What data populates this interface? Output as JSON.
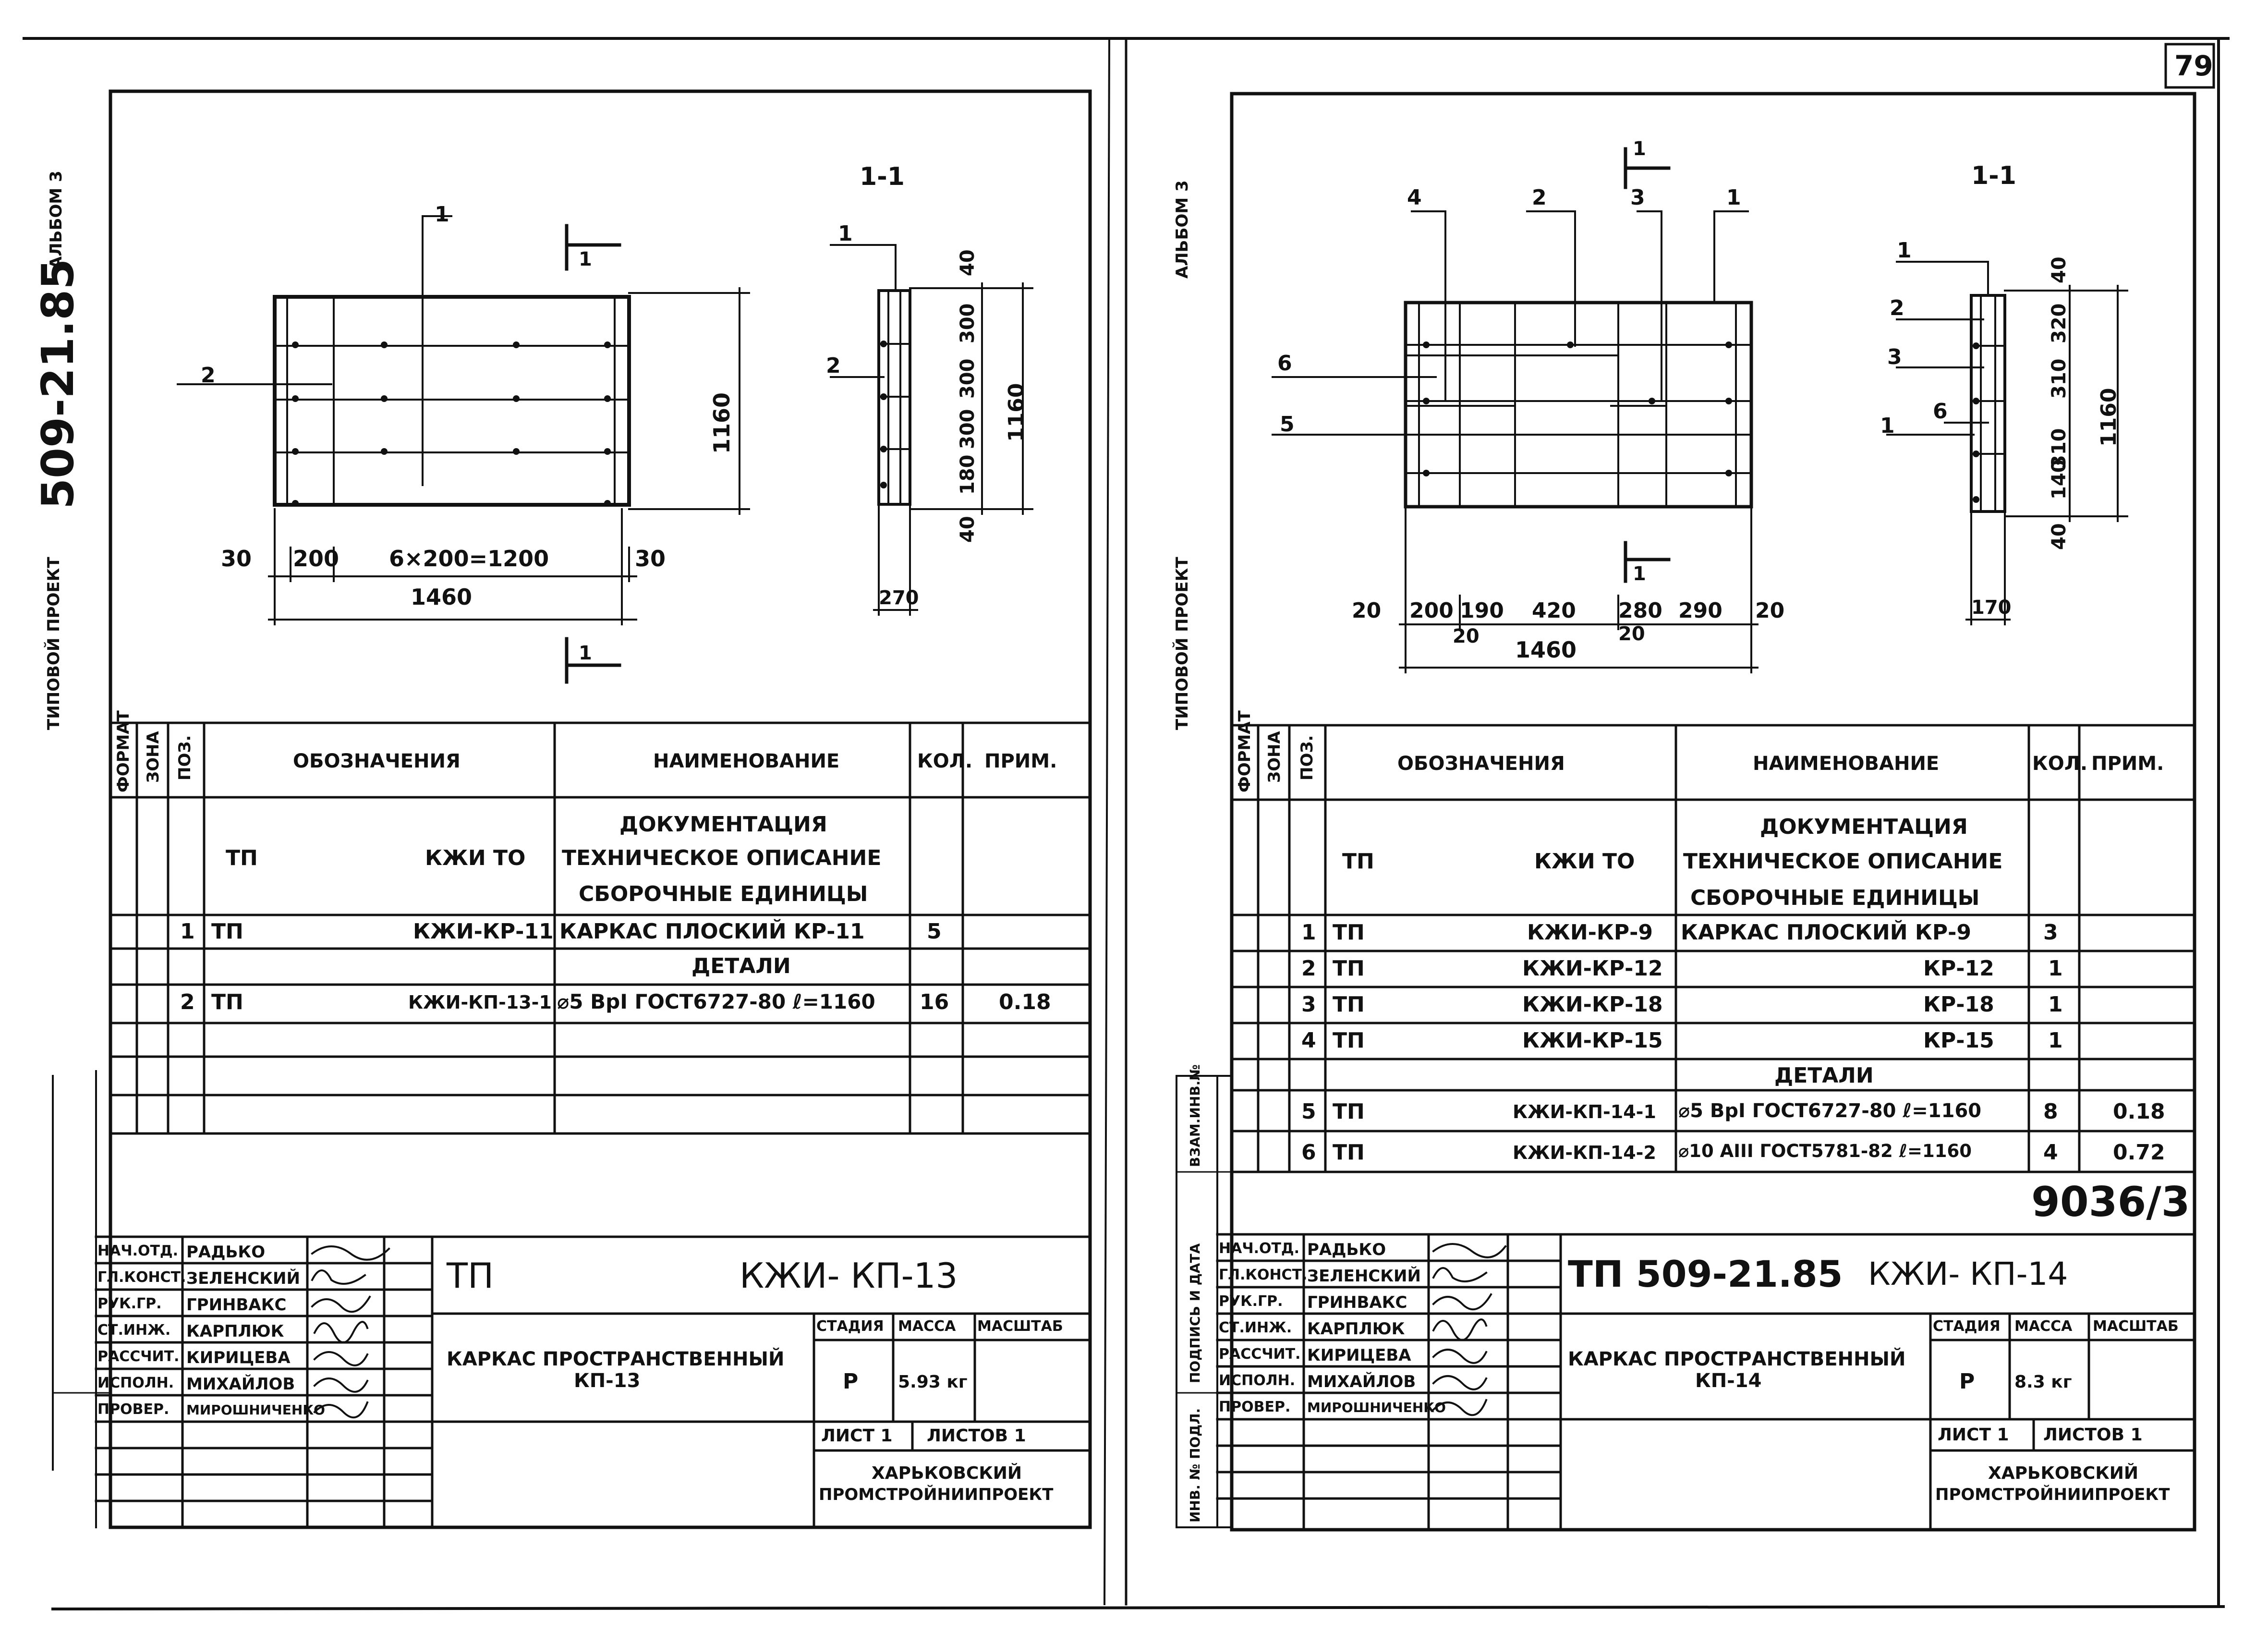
{
  "page_number": "79",
  "sheet_code_stamp": "9036/3",
  "left": {
    "spine": {
      "kind": "ТИПОВОЙ ПРОЕКТ",
      "project": "509-21.85",
      "album": "АЛЬБОМ 3"
    },
    "section_label": "1-1",
    "cut_mark": "1",
    "callouts": {
      "p1": "1",
      "p2": "2",
      "s1": "1",
      "s2": "2"
    },
    "dims": {
      "d30a": "30",
      "d200": "200",
      "d6x200": "6×200=1200",
      "d30b": "30",
      "total": "1460",
      "height": "1160",
      "s40a": "40",
      "s300a": "300",
      "s300b": "300",
      "s300c": "300",
      "s180": "180",
      "s40b": "40",
      "s270": "270",
      "sh1160": "1160"
    },
    "table": {
      "headers": {
        "format": "ФОРМАТ",
        "zone": "ЗОНА",
        "pos": "ПОЗ.",
        "designation": "ОБОЗНАЧЕНИЯ",
        "name": "НАИМЕНОВАНИЕ",
        "qty": "КОЛ.",
        "note": "ПРИМ."
      },
      "doc_tp": "ТП",
      "doc_kzhi": "КЖИ ТО",
      "doc_lines": [
        "ДОКУМЕНТАЦИЯ",
        "ТЕХНИЧЕСКОЕ ОПИСАНИЕ",
        "СБОРОЧНЫЕ ЕДИНИЦЫ"
      ],
      "rows": [
        {
          "pos": "1",
          "tp": "ТП",
          "code": "КЖИ-КР-11",
          "name": "КАРКАС ПЛОСКИЙ КР-11",
          "qty": "5",
          "note": ""
        },
        {
          "section": "ДЕТАЛИ"
        },
        {
          "pos": "2",
          "tp": "ТП",
          "code": "КЖИ-КП-13-1",
          "name": "⌀5 ВрI ГОСТ6727-80 ℓ=1160",
          "qty": "16",
          "note": "0.18"
        }
      ]
    },
    "title_block": {
      "people": [
        {
          "role": "НАЧ.ОТД.",
          "name": "РАДЬКО"
        },
        {
          "role": "ГЛ.КОНСТ.",
          "name": "ЗЕЛЕНСКИЙ"
        },
        {
          "role": "РУК.ГР.",
          "name": "ГРИНВАКС"
        },
        {
          "role": "СТ.ИНЖ.",
          "name": "КАРПЛЮК"
        },
        {
          "role": "РАССЧИТ.",
          "name": "КИРИЦЕВА"
        },
        {
          "role": "ИСПОЛН.",
          "name": "МИХАЙЛОВ"
        },
        {
          "role": "ПРОВЕР.",
          "name": "МИРОШНИЧЕНКО"
        }
      ],
      "tp": "ТП",
      "code": "КЖИ- КП-13",
      "title": "КАРКАС ПРОСТРАНСТВЕННЫЙ",
      "subtitle": "КП-13",
      "stage_h": "СТАДИЯ",
      "mass_h": "МАССА",
      "scale_h": "МАСШТАБ",
      "stage": "Р",
      "mass": "5.93 кг",
      "sheet": "ЛИСТ 1",
      "sheets": "ЛИСТОВ 1",
      "org1": "ХАРЬКОВСКИЙ",
      "org2": "ПРОМСТРОЙНИИПРОЕКТ"
    }
  },
  "right": {
    "spine": {
      "kind": "ТИПОВОЙ ПРОЕКТ",
      "album": "АЛЬБОМ 3"
    },
    "side_labels": {
      "a": "ВЗАМ.ИНВ.№",
      "b": "ПОДПИСЬ И ДАТА",
      "c": "ИНВ. № ПОДЛ."
    },
    "section_label": "1-1",
    "cut_mark": "1",
    "callouts": {
      "c4": "4",
      "c2": "2",
      "c3": "3",
      "c1": "1",
      "c6": "6",
      "c5": "5",
      "s1": "1",
      "s2": "2",
      "s3": "3",
      "s1b": "1",
      "s6": "6"
    },
    "dims": {
      "d20a": "20",
      "d200": "200",
      "d190": "190",
      "d20m": "20",
      "d420": "420",
      "d280": "280",
      "d20n": "20",
      "d290": "290",
      "d20b": "20",
      "total": "1460",
      "s40a": "40",
      "s320": "320",
      "s310a": "310",
      "s310b": "310",
      "s140": "140",
      "s40b": "40",
      "s170": "170",
      "sh1160": "1160"
    },
    "table": {
      "headers": {
        "format": "ФОРМАТ",
        "zone": "ЗОНА",
        "pos": "ПОЗ.",
        "designation": "ОБОЗНАЧЕНИЯ",
        "name": "НАИМЕНОВАНИЕ",
        "qty": "КОЛ.",
        "note": "ПРИМ."
      },
      "doc_tp": "ТП",
      "doc_kzhi": "КЖИ ТО",
      "doc_lines": [
        "ДОКУМЕНТАЦИЯ",
        "ТЕХНИЧЕСКОЕ ОПИСАНИЕ",
        "СБОРОЧНЫЕ ЕДИНИЦЫ"
      ],
      "rows": [
        {
          "pos": "1",
          "tp": "ТП",
          "code": "КЖИ-КР-9",
          "name": "КАРКАС ПЛОСКИЙ КР-9",
          "qty": "3",
          "note": ""
        },
        {
          "pos": "2",
          "tp": "ТП",
          "code": "КЖИ-КР-12",
          "name": "КР-12",
          "qty": "1",
          "note": ""
        },
        {
          "pos": "3",
          "tp": "ТП",
          "code": "КЖИ-КР-18",
          "name": "КР-18",
          "qty": "1",
          "note": ""
        },
        {
          "pos": "4",
          "tp": "ТП",
          "code": "КЖИ-КР-15",
          "name": "КР-15",
          "qty": "1",
          "note": ""
        },
        {
          "section": "ДЕТАЛИ"
        },
        {
          "pos": "5",
          "tp": "ТП",
          "code": "КЖИ-КП-14-1",
          "name": "⌀5 ВрI ГОСТ6727-80 ℓ=1160",
          "qty": "8",
          "note": "0.18"
        },
        {
          "pos": "6",
          "tp": "ТП",
          "code": "КЖИ-КП-14-2",
          "name": "⌀10 АIII ГОСТ5781-82 ℓ=1160",
          "qty": "4",
          "note": "0.72"
        }
      ]
    },
    "title_block": {
      "people": [
        {
          "role": "НАЧ.ОТД.",
          "name": "РАДЬКО"
        },
        {
          "role": "ГЛ.КОНСТ.",
          "name": "ЗЕЛЕНСКИЙ"
        },
        {
          "role": "РУК.ГР.",
          "name": "ГРИНВАКС"
        },
        {
          "role": "СТ.ИНЖ.",
          "name": "КАРПЛЮК"
        },
        {
          "role": "РАССЧИТ.",
          "name": "КИРИЦЕВА"
        },
        {
          "role": "ИСПОЛН.",
          "name": "МИХАЙЛОВ"
        },
        {
          "role": "ПРОВЕР.",
          "name": "МИРОШНИЧЕНКО"
        }
      ],
      "tp": "ТП 509-21.85",
      "code": "КЖИ- КП-14",
      "title": "КАРКАС ПРОСТРАНСТВЕННЫЙ",
      "subtitle": "КП-14",
      "stage_h": "СТАДИЯ",
      "mass_h": "МАССА",
      "scale_h": "МАСШТАБ",
      "stage": "Р",
      "mass": "8.3 кг",
      "sheet": "ЛИСТ 1",
      "sheets": "ЛИСТОВ 1",
      "org1": "ХАРЬКОВСКИЙ",
      "org2": "ПРОМСТРОЙНИИПРОЕКТ"
    }
  }
}
